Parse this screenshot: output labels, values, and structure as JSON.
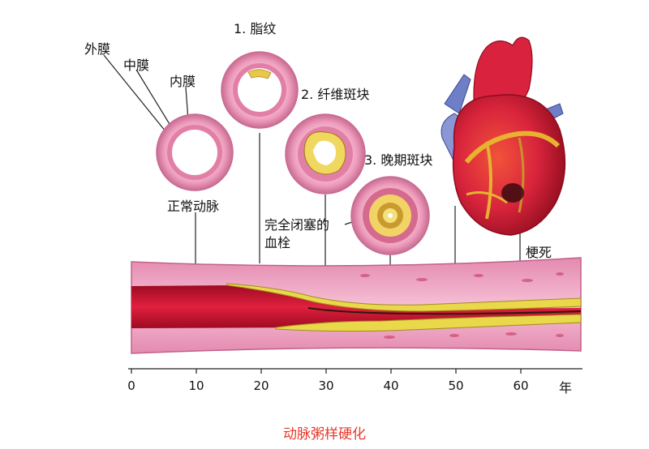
{
  "labels": {
    "outer": "外膜",
    "middle": "中膜",
    "inner": "内膜",
    "normal": "正常动脉",
    "stage1": "1. 脂纹",
    "stage2": "2. 纤维斑块",
    "stage3": "3. 晚期斑块",
    "thrombus_line1": "完全闭塞的",
    "thrombus_line2": "血栓",
    "infarct": "梗死"
  },
  "axis": {
    "ticks": [
      "0",
      "10",
      "20",
      "30",
      "40",
      "50",
      "60"
    ],
    "unit": "年"
  },
  "caption": "动脉粥样硬化",
  "colors": {
    "vessel_wall": "#f1a8c4",
    "wall_dark": "#d9789f",
    "blood": "#c8102e",
    "plaque": "#e8d84a",
    "heart": "#d8243c",
    "caption_red": "#e8392a"
  }
}
